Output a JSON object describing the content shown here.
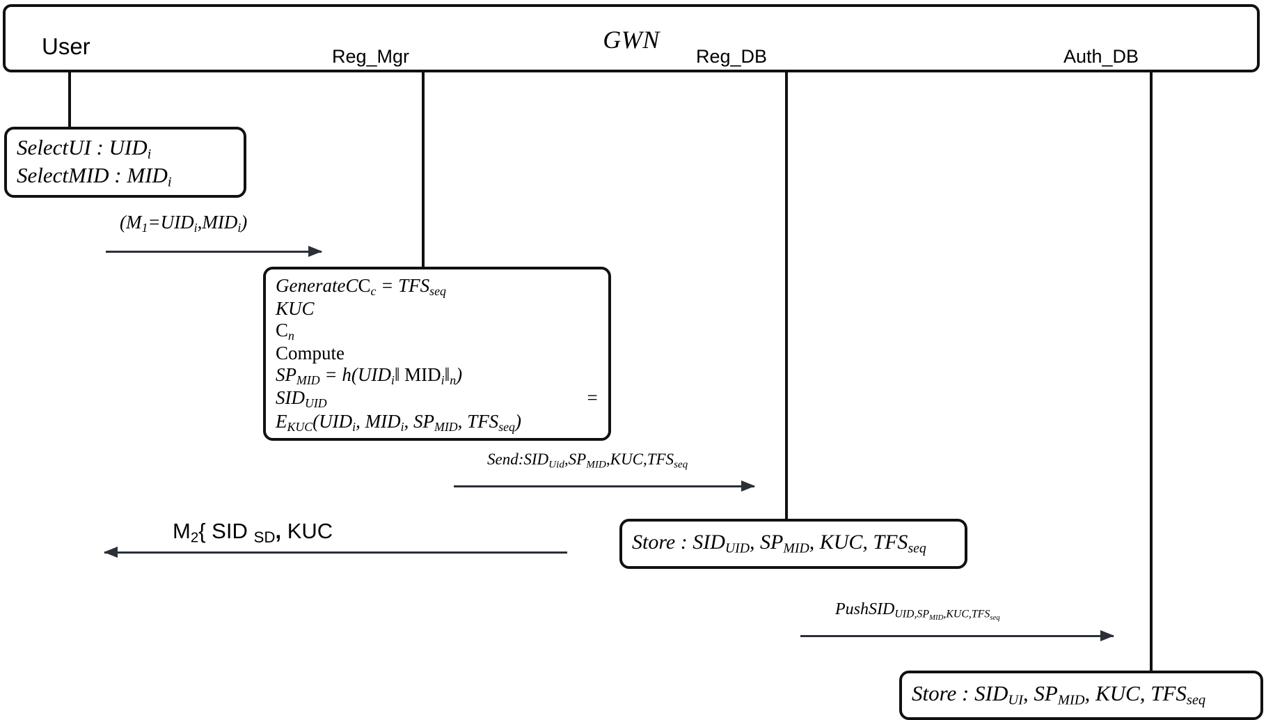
{
  "diagram": {
    "title": "GWN",
    "actors": [
      {
        "id": "user",
        "label": "User"
      },
      {
        "id": "reg_mgr",
        "label": "Reg_Mgr"
      },
      {
        "id": "reg_db",
        "label": "Reg_DB"
      },
      {
        "id": "auth_db",
        "label": "Auth_DB"
      }
    ],
    "notes": {
      "user_select": {
        "lines": [
          {
            "head": "SelectUI",
            "sep": " : ",
            "body": "UID",
            "sub": "i"
          },
          {
            "head": "SelectMID",
            "sep": " : ",
            "body": "MID",
            "sub": "i"
          }
        ],
        "line1_plain": "SelectUI : UIDi",
        "line2_plain": "SelectMID : MIDi"
      },
      "reg_mgr_compute": {
        "l1_a": "GenerateC",
        "l1_sub_a": "c",
        "l1_eq": " = ",
        "l1_b": "TFS",
        "l1_sub_b": "seq",
        "l2": "KUC",
        "l3_a": "C",
        "l3_sub": "n",
        "l4": "Compute",
        "l5_a": "SP",
        "l5_sub_a": "MID",
        "l5_eq": " = ",
        "l5_h": "h(",
        "l5_uid": "UID",
        "l5_sub_uid": "i",
        "l5_bar1": "‖ ",
        "l5_mid": "MID",
        "l5_sub_mid": "i",
        "l5_bar2": "‖",
        "l5_n": "n",
        "l5_close": ")",
        "l6_a": "SID",
        "l6_sub": "UID",
        "l6_eq": "=",
        "l7_e": "E",
        "l7_sub_e": "KUC",
        "l7_open": "(",
        "l7_uid": "UID",
        "l7_sub_uid": "i",
        "l7_c1": ", ",
        "l7_mid": "MID",
        "l7_sub_mid": "i",
        "l7_c2": ", ",
        "l7_sp": "SP",
        "l7_sub_sp": "MID",
        "l7_c3": ", ",
        "l7_tfs": "TFS",
        "l7_sub_tfs": "seq",
        "l7_close": ")"
      },
      "reg_db_store": {
        "head": "Store",
        "sep": " : ",
        "p1": "SID",
        "p1_sub": "UID",
        "p2": "SP",
        "p2_sub": "MID",
        "p3": "KUC",
        "p4": "TFS",
        "p4_sub": "seq",
        "plain": "Store : SIDUID, SPMID, KUC, TFSseq"
      },
      "auth_db_store": {
        "head": "Store",
        "sep": " : ",
        "p1": "SID",
        "p1_sub": "UI",
        "p2": "SP",
        "p2_sub": "MID",
        "p3": "KUC",
        "p4": "TFS",
        "p4_sub": "seq",
        "plain": "Store : SIDUI, SPMID, KUC, TFSseq"
      }
    },
    "messages": [
      {
        "id": "m1",
        "from": "user",
        "to": "reg_mgr",
        "direction": "right",
        "label_plain": "(M1=UIDi,MIDi)",
        "open": "(",
        "m": "M",
        "m_sub": "1",
        "eq": "=",
        "uid": "UID",
        "uid_sub": "i",
        "comma": ",",
        "mid": "MID",
        "mid_sub": "i",
        "close": ")"
      },
      {
        "id": "send",
        "from": "reg_mgr",
        "to": "reg_db",
        "direction": "right",
        "label_plain": "Send:SIDUid,SPMID,KUC,TFSseq",
        "head": "Send:",
        "p1": "SID",
        "p1_sub": "Uid",
        "p2": "SP",
        "p2_sub": "MID",
        "p3": "KUC",
        "p4": "TFS",
        "p4_sub": "seq"
      },
      {
        "id": "m2",
        "from": "reg_db",
        "to": "user",
        "direction": "left",
        "label_plain": "M2{ SID SD, KUC",
        "m": "M",
        "m_sub": "2",
        "brace": "{ ",
        "sid": "SID",
        "sid_sub": "SD",
        "comma": ", ",
        "kuc": "KUC"
      },
      {
        "id": "push",
        "from": "reg_db",
        "to": "auth_db",
        "direction": "right",
        "label_plain": "PushSIDUID,SPMID,KUC,TFSseq",
        "head": "PushSID",
        "sub_a": "UID,SP",
        "sub_b": "MID",
        "sub_c": ",KUC,TFS",
        "sub_d": "seq"
      }
    ],
    "colors": {
      "stroke": "#111111",
      "arrow": "#2b2f38",
      "background": "#ffffff"
    }
  }
}
